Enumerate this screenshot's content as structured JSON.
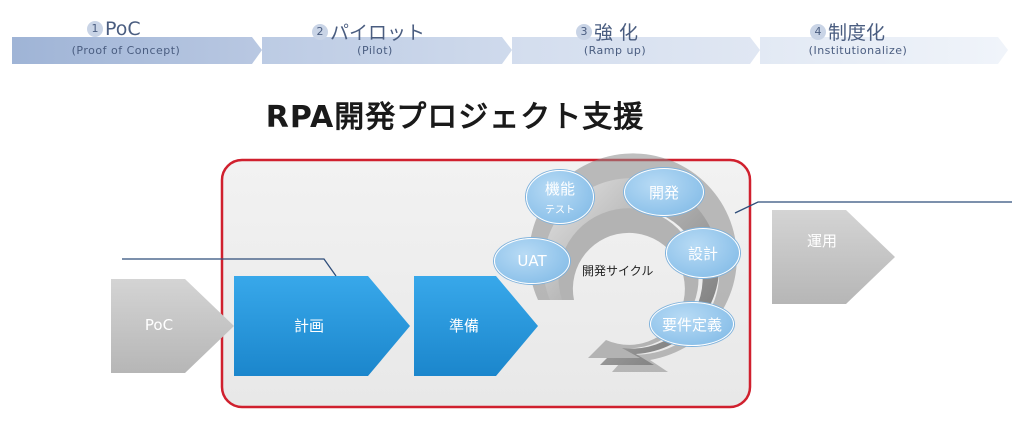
{
  "phases": [
    {
      "num": "1",
      "name": "PoC",
      "sub": "(Proof of Concept)"
    },
    {
      "num": "2",
      "name": "パイロット",
      "sub": "(Pilot)"
    },
    {
      "num": "3",
      "name": "強 化",
      "sub": "(Ramp up)"
    },
    {
      "num": "4",
      "name": "制度化",
      "sub": "(Institutionalize)"
    }
  ],
  "title": "RPA開発プロジェクト支援",
  "steps": {
    "poc": "PoC",
    "plan": "計画",
    "prep": "準備",
    "ops": "運用"
  },
  "cycle": {
    "label": "開発サイクル",
    "bubbles": {
      "func_test_line1": "機能",
      "func_test_line2": "テスト",
      "dev": "開発",
      "design": "設計",
      "uat": "UAT",
      "req": "要件定義"
    }
  },
  "colors": {
    "phase_band": "#b3c3de",
    "blue_step": "#2a9be0",
    "gray_step": "#c8c8c8",
    "frame_border": "#d0202e",
    "connector_line": "#2e4d7a"
  }
}
